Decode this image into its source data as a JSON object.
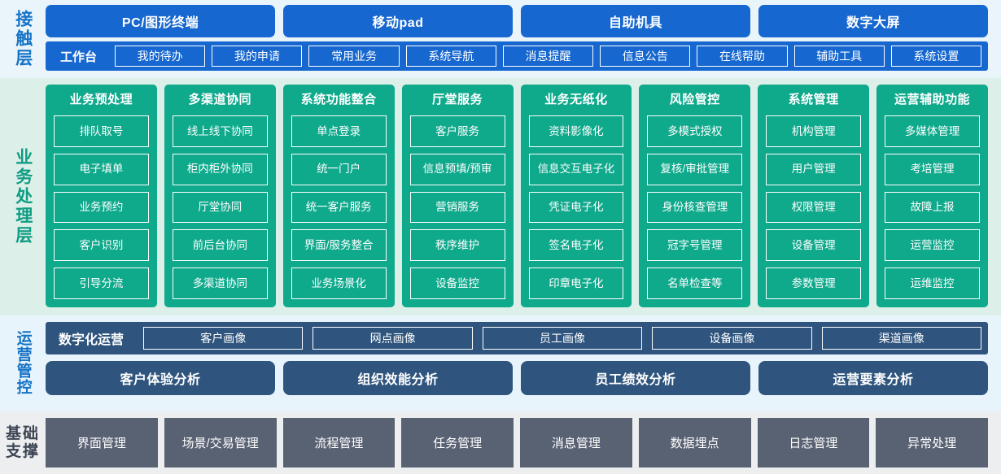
{
  "layers": {
    "touch": {
      "label": "接触层",
      "label_lines": [
        "接",
        "触",
        "层"
      ],
      "channels": [
        "PC/图形终端",
        "移动pad",
        "自助机具",
        "数字大屏"
      ],
      "workbench_title": "工作台",
      "workbench_items": [
        "我的待办",
        "我的申请",
        "常用业务",
        "系统导航",
        "消息提醒",
        "信息公告",
        "在线帮助",
        "辅助工具",
        "系统设置"
      ]
    },
    "business": {
      "label": "业务处理层",
      "columns": [
        {
          "title": "业务预处理",
          "items": [
            "排队取号",
            "电子填单",
            "业务预约",
            "客户识别",
            "引导分流"
          ]
        },
        {
          "title": "多渠道协同",
          "items": [
            "线上线下协同",
            "柜内柜外协同",
            "厅堂协同",
            "前后台协同",
            "多渠道协同"
          ]
        },
        {
          "title": "系统功能整合",
          "items": [
            "单点登录",
            "统一门户",
            "统一客户服务",
            "界面/服务整合",
            "业务场景化"
          ]
        },
        {
          "title": "厅堂服务",
          "items": [
            "客户服务",
            "信息预填/预审",
            "营销服务",
            "秩序维护",
            "设备监控"
          ]
        },
        {
          "title": "业务无纸化",
          "items": [
            "资料影像化",
            "信息交互电子化",
            "凭证电子化",
            "签名电子化",
            "印章电子化"
          ]
        },
        {
          "title": "风险管控",
          "items": [
            "多模式授权",
            "复核/审批管理",
            "身份核查管理",
            "冠字号管理",
            "名单检查等"
          ]
        },
        {
          "title": "系统管理",
          "items": [
            "机构管理",
            "用户管理",
            "权限管理",
            "设备管理",
            "参数管理"
          ]
        },
        {
          "title": "运营辅助功能",
          "items": [
            "多媒体管理",
            "考培管理",
            "故障上报",
            "运营监控",
            "运维监控"
          ]
        }
      ]
    },
    "ops": {
      "label": "运营管控",
      "digital_title": "数字化运营",
      "portraits": [
        "客户画像",
        "网点画像",
        "员工画像",
        "设备画像",
        "渠道画像"
      ],
      "analysis": [
        "客户体验分析",
        "组织效能分析",
        "员工绩效分析",
        "运营要素分析"
      ]
    },
    "base": {
      "label": "基础支撑",
      "label_lines": [
        "基础",
        "支撑"
      ],
      "items": [
        "界面管理",
        "场景/交易管理",
        "流程管理",
        "任务管理",
        "消息管理",
        "数据埋点",
        "日志管理",
        "异常处理"
      ]
    }
  },
  "colors": {
    "touch_bg": "#eaf4fb",
    "touch_accent": "#1667cf",
    "business_bg": "#dcefe9",
    "business_accent": "#0fa98c",
    "ops_bg": "#e8f4fb",
    "ops_accent": "#2f557e",
    "base_bg": "#eceef0",
    "base_accent": "#596273"
  }
}
